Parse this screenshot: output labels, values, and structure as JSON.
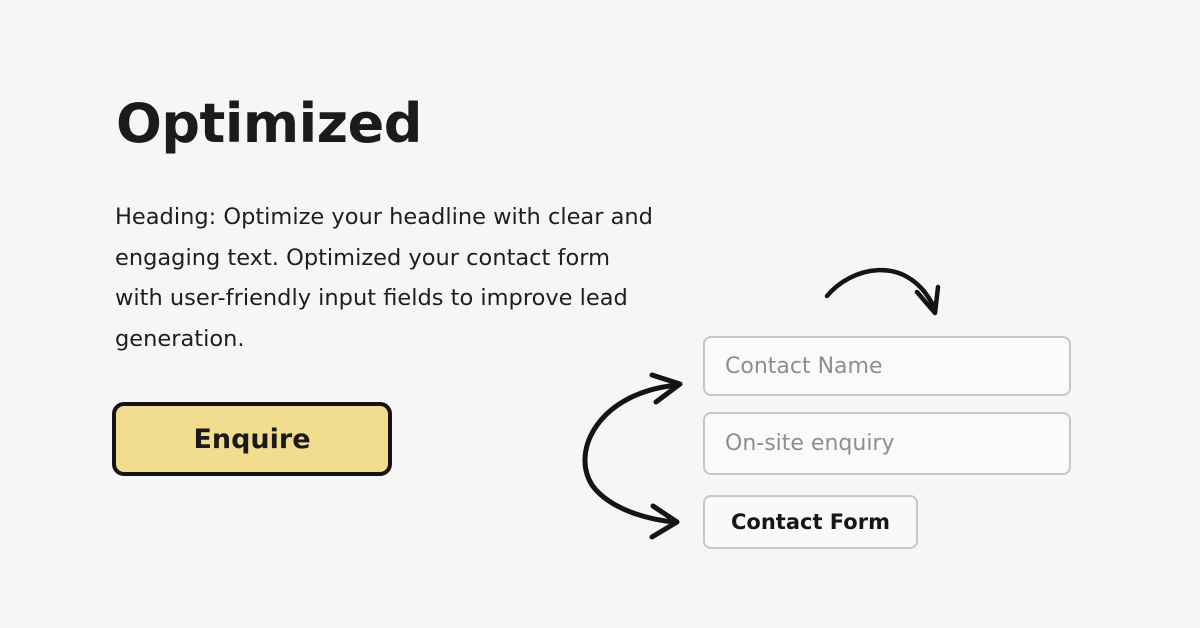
{
  "hero": {
    "title": "Optimized",
    "description": "Heading: Optimize your headline with clear and engaging text. Optimized your contact form with user-friendly input fields to improve lead generation.",
    "cta_label": "Enquire",
    "cta_color": "#f2dd8e"
  },
  "form": {
    "fields": [
      {
        "placeholder": "Contact Name",
        "value": ""
      },
      {
        "placeholder": "On-site enquiry",
        "value": ""
      }
    ],
    "submit_label": "Contact Form"
  },
  "decorations": {
    "arrows": [
      "curved-arrow-down",
      "double-curved-arrow"
    ]
  }
}
